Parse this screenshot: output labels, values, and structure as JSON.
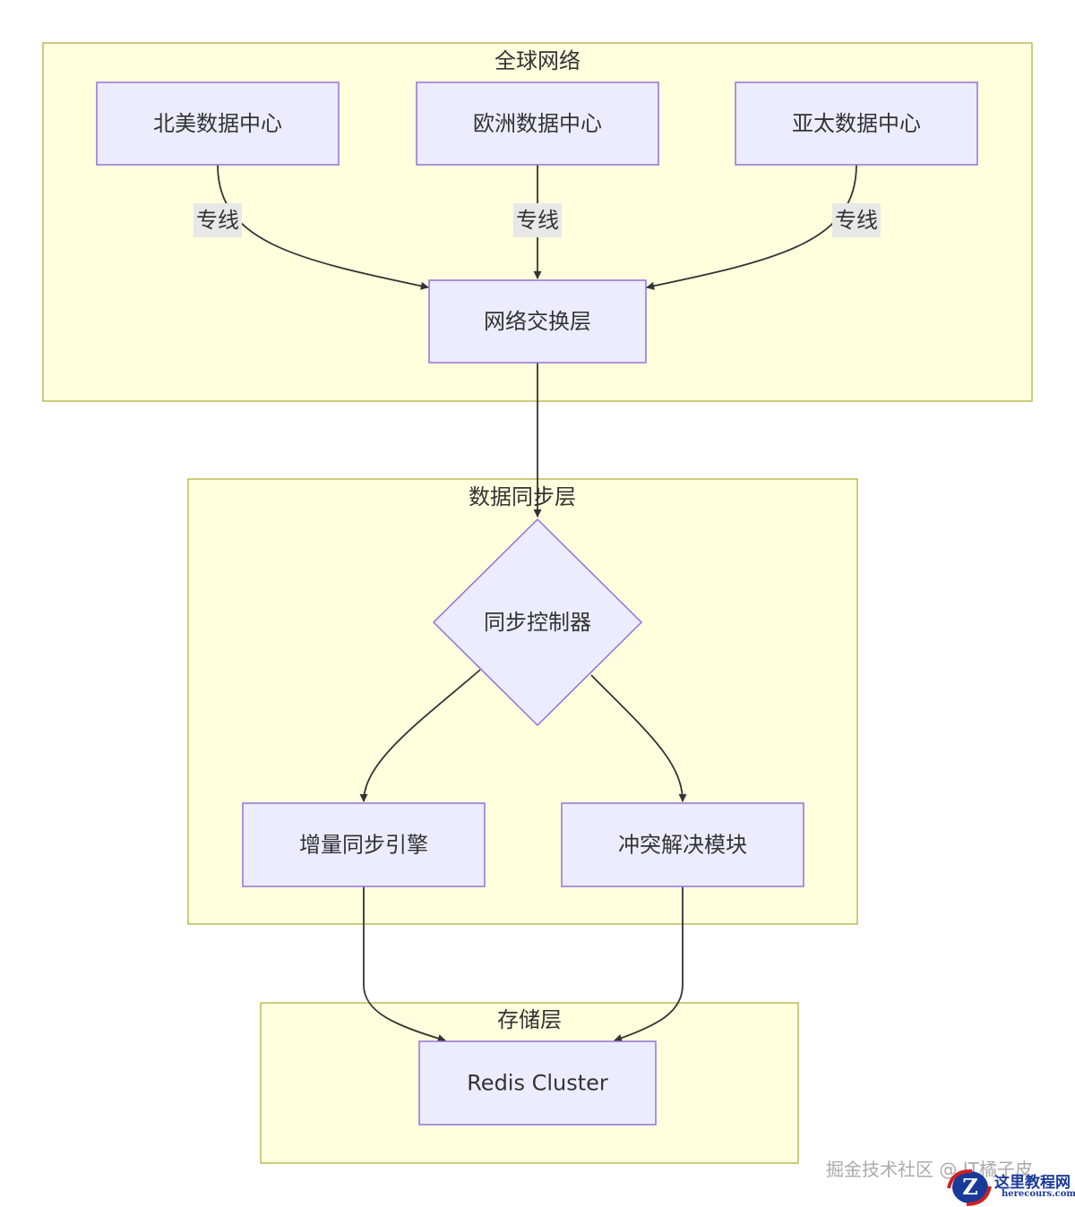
{
  "colors": {
    "cluster_fill": "#ffffde",
    "cluster_stroke": "#aaaa33",
    "node_fill": "#ececff",
    "node_stroke": "#9370db",
    "text": "#333333",
    "edge_label_bg": "#e8e8e8"
  },
  "clusters": [
    {
      "id": "global",
      "title": "全球网络"
    },
    {
      "id": "sync",
      "title": "数据同步层"
    },
    {
      "id": "storage",
      "title": "存储层"
    }
  ],
  "nodes": [
    {
      "id": "na",
      "label": "北美数据中心",
      "shape": "rect"
    },
    {
      "id": "eu",
      "label": "欧洲数据中心",
      "shape": "rect"
    },
    {
      "id": "ap",
      "label": "亚太数据中心",
      "shape": "rect"
    },
    {
      "id": "sw",
      "label": "网络交换层",
      "shape": "rect"
    },
    {
      "id": "ctl",
      "label": "同步控制器",
      "shape": "diamond"
    },
    {
      "id": "inc",
      "label": "增量同步引擎",
      "shape": "rect"
    },
    {
      "id": "conf",
      "label": "冲突解决模块",
      "shape": "rect"
    },
    {
      "id": "redis",
      "label": "Redis Cluster",
      "shape": "rect"
    }
  ],
  "edges": [
    {
      "from": "na",
      "to": "sw",
      "label": "专线"
    },
    {
      "from": "eu",
      "to": "sw",
      "label": "专线"
    },
    {
      "from": "ap",
      "to": "sw",
      "label": "专线"
    },
    {
      "from": "sw",
      "to": "ctl",
      "label": ""
    },
    {
      "from": "ctl",
      "to": "inc",
      "label": ""
    },
    {
      "from": "ctl",
      "to": "conf",
      "label": ""
    },
    {
      "from": "inc",
      "to": "redis",
      "label": ""
    },
    {
      "from": "conf",
      "to": "redis",
      "label": ""
    }
  ],
  "watermark": {
    "text": "掘金技术社区 @ IT橘子皮",
    "logo_text": "这里教程网",
    "logo_url": "herecours.com"
  }
}
